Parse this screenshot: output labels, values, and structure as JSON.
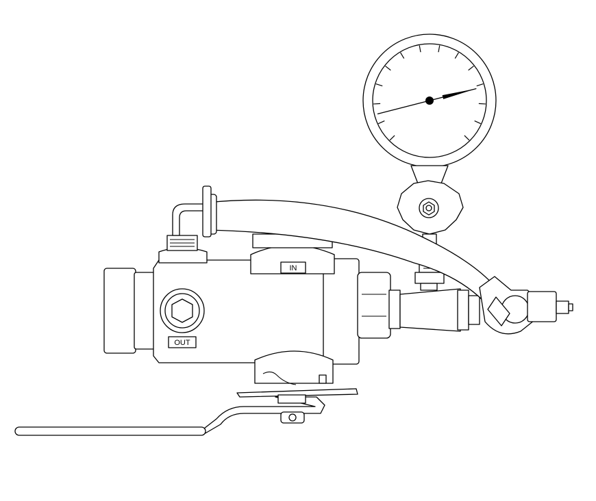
{
  "labels": {
    "inlet": "IN",
    "outlet": "OUT"
  },
  "gauge": {
    "tick_count": 14,
    "needle_level": 0.78
  },
  "colors": {
    "line": "#000000",
    "background": "#ffffff"
  }
}
